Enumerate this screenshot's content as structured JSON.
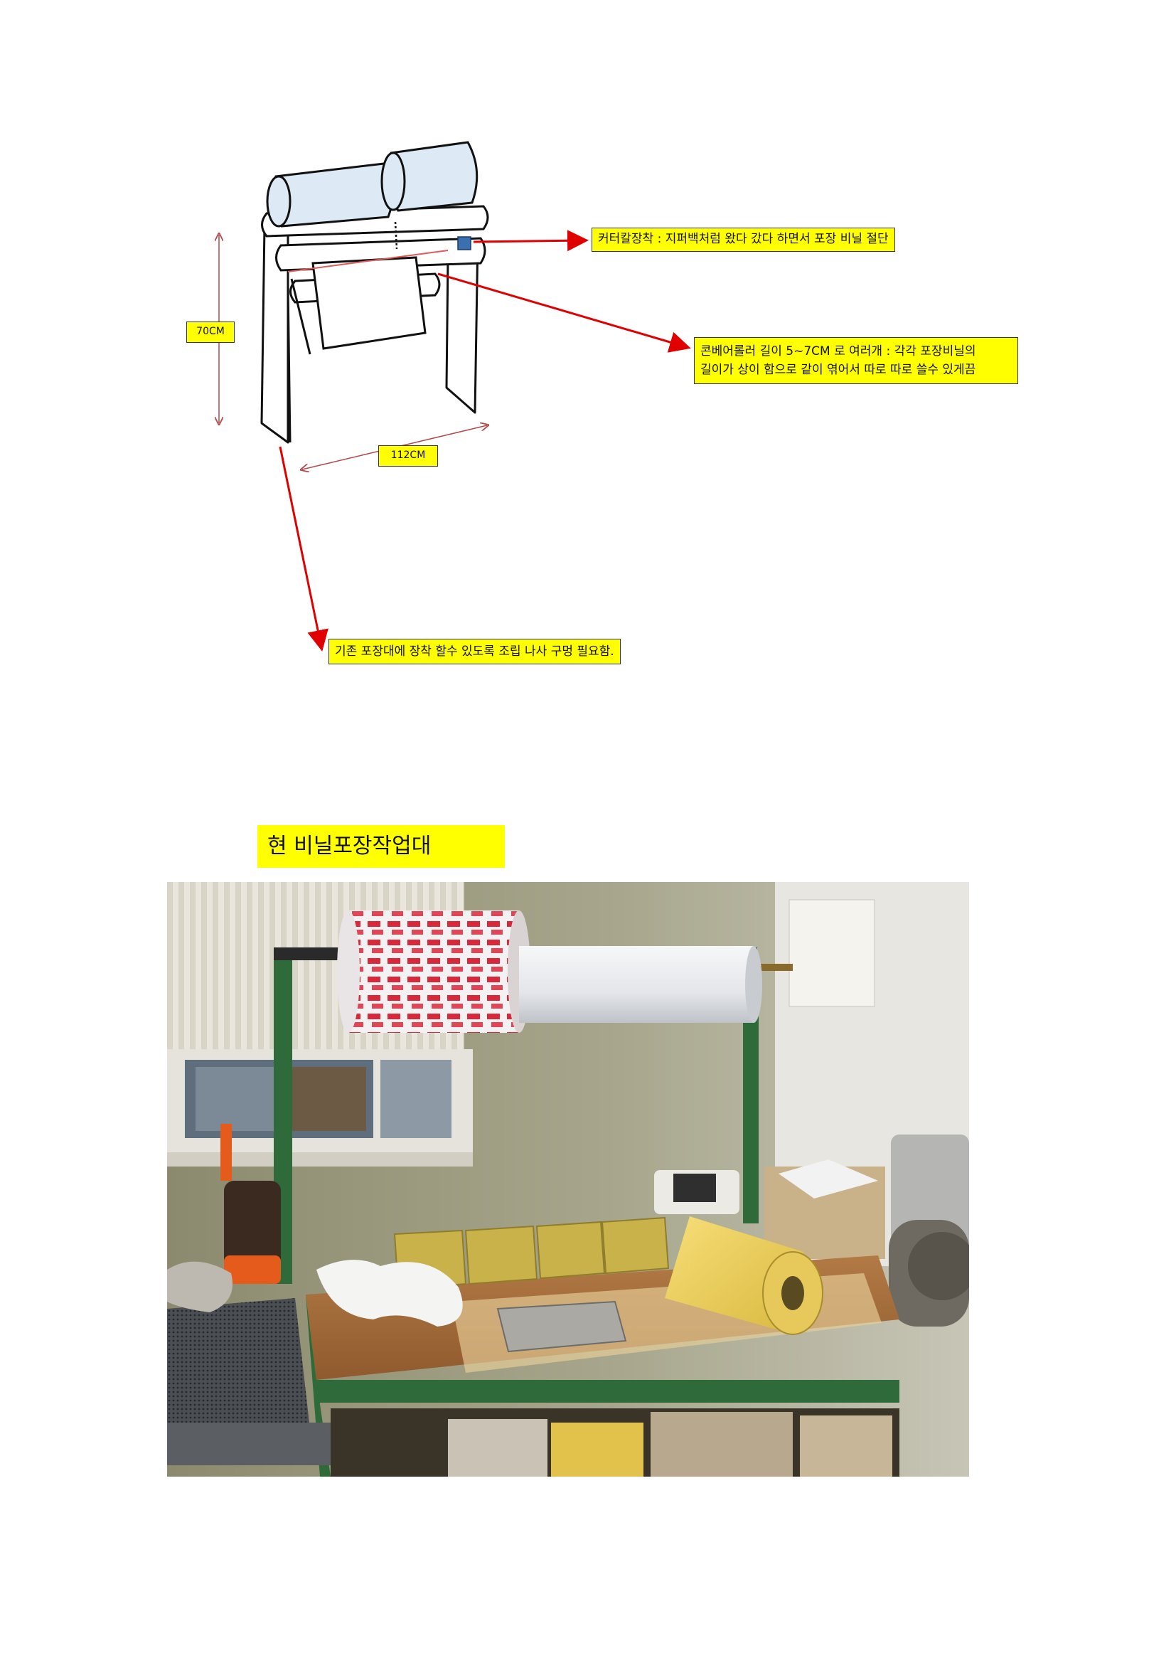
{
  "diagram": {
    "dimensions": {
      "height": "70CM",
      "width": "112CM"
    },
    "callouts": {
      "cutter": "커터칼장착 : 지퍼백처럼 왔다 갔다 하면서 포장 비닐 절단",
      "roller_line1": "콘베어롤러  길이 5~7CM 로 여러개 : 각각 포장비닐의",
      "roller_line2": "길이가 상이 함으로 같이 엮어서 따로 따로 쓸수 있게끔",
      "mount": "기존 포장대에 장착 할수 있도록  조립 나사 구멍 필요함."
    },
    "colors": {
      "roll": "#dde9f5",
      "arrow": "#e00000",
      "dimension_line": "#b04a4a",
      "highlight": "#ffff00"
    }
  },
  "photo_section": {
    "title": "현  비닐포장작업대"
  }
}
